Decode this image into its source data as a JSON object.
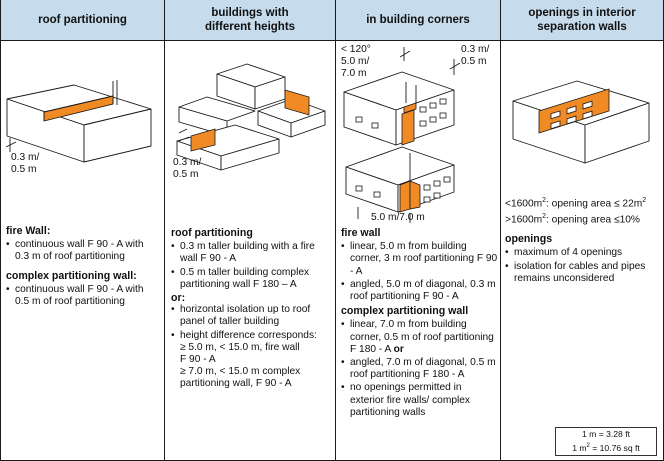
{
  "headers": {
    "col1": [
      "roof partitioning"
    ],
    "col2": [
      "buildings with",
      "different heights"
    ],
    "col3": [
      "in building corners"
    ],
    "col4": [
      "openings in interior",
      "separation walls"
    ]
  },
  "col1": {
    "dim": [
      "0.3 m/",
      "0.5 m"
    ],
    "fire_wall": {
      "title": "fire Wall:",
      "items": [
        "continuous wall F 90 - A with 0.3 m of roof partitioning"
      ]
    },
    "complex_wall": {
      "title": "complex partitioning wall:",
      "items": [
        "continuous wall F 90 - A with 0.5 m of roof partitioning"
      ]
    }
  },
  "col2": {
    "dim": [
      "0.3 m/",
      "0.5 m"
    ],
    "roof": {
      "title": "roof partitioning",
      "items": [
        "0.3 m taller building with a fire wall F 90 - A",
        "0.5 m taller building complex partitioning wall F 180 – A"
      ]
    },
    "or_label": "or:",
    "items2": [
      "horizontal isolation  up to roof panel of taller building",
      "height difference corresponds:"
    ],
    "cond1": [
      "≥ 5.0 m, < 15.0 m, fire wall",
      "F 90 - A"
    ],
    "cond2": [
      "≥ 7.0 m, < 15.0 m complex",
      "partitioning wall, F 90 - A"
    ]
  },
  "col3": {
    "angle": [
      "< 120°",
      "5.0 m/",
      "7.0 m"
    ],
    "dim_top": [
      "0.3 m/",
      "0.5 m"
    ],
    "dim_bottom": "5.0 m/7.0 m",
    "fire_wall": {
      "title": "fire wall",
      "items": [
        "linear, 5.0 m from building corner, 3 m roof partitioning F 90 - A",
        "angled, 5.0 m of diagonal, 0.3 m roof partitioning F 90 - A"
      ]
    },
    "complex_wall": {
      "title": "complex partitioning wall",
      "item1_pre": "linear, 7.0 m from building corner, 0.5 m of roof partitioning F 180 - A ",
      "item1_or": "or",
      "items": [
        "angled, 7.0 m of diagonal, 0.5 m roof partitioning F 180 - A",
        "no openings permitted  in exterior fire walls/ complex partitioning walls"
      ]
    }
  },
  "col4": {
    "area1_pre": "<1600m",
    "area1_post": ": opening area ≤ 22m",
    "area2_pre": ">1600m",
    "area2_post": ": opening area ≤10%",
    "sup": "2",
    "openings": {
      "title": "openings",
      "items": [
        "maximum of 4 openings",
        "isolation for cables and pipes remains unconsidered"
      ]
    }
  },
  "units": {
    "line1": "1 m = 3.28 ft",
    "line2_pre": "1 m",
    "line2_sup": "2",
    "line2_post": " = 10.76 sq ft"
  },
  "colors": {
    "header_bg": "#c6dcec",
    "fire_wall_fill": "#f08a24",
    "line": "#1a1a1a"
  }
}
